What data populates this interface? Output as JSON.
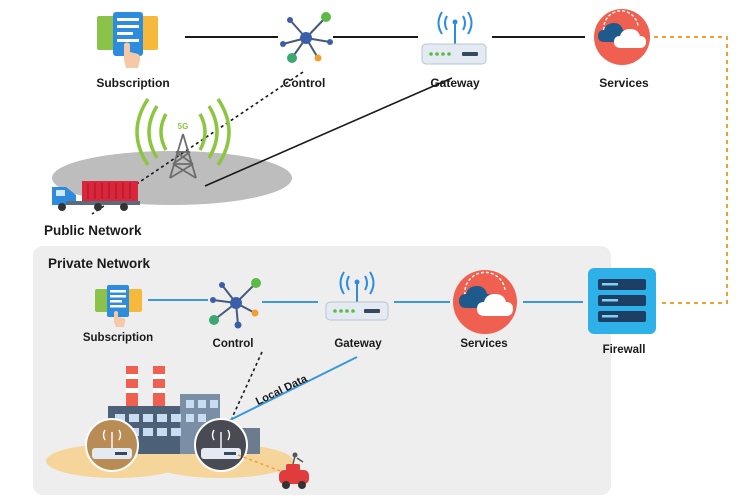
{
  "public": {
    "subscription": "Subscription",
    "control": "Control",
    "gateway": "Gateway",
    "services": "Services",
    "section_title": "Public Network",
    "tower_badge": "5G"
  },
  "private": {
    "section_title": "Private Network",
    "subscription": "Subscription",
    "control": "Control",
    "gateway": "Gateway",
    "services": "Services",
    "firewall": "Firewall",
    "local_data": "Local Data"
  },
  "colors": {
    "solid_link": "#1a1a1a",
    "private_link": "#3a9ad9",
    "dashed_link": "#f0a030",
    "private_bg": "#eeeeee",
    "ellipse": "#bdbdbd",
    "services_red": "#f06050",
    "firewall_blue": "#2eb0e8",
    "ground_sand": "#f6d59a"
  }
}
